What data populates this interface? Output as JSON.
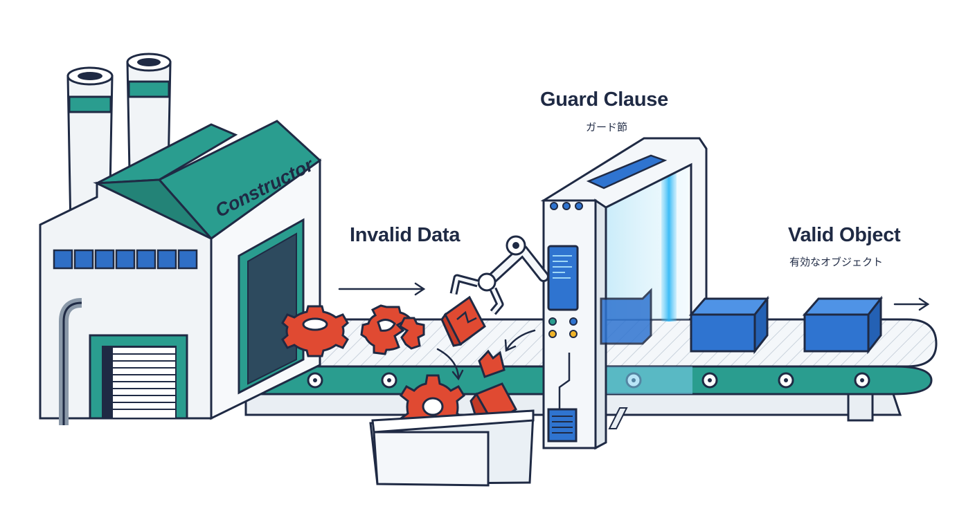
{
  "factory": {
    "label": "Constructor"
  },
  "guard": {
    "title": "Guard Clause",
    "subtitle": "ガード節"
  },
  "input": {
    "label": "Invalid Data"
  },
  "output": {
    "title": "Valid Object",
    "subtitle": "有効なオブジェクト"
  },
  "colors": {
    "outline": "#1f2a44",
    "teal": "#2a9d8f",
    "wall": "#f1f4f7",
    "window_blue": "#2f6fc6",
    "gear_red": "#e04a32",
    "cube_blue": "#2f74d0",
    "scanner_glow": "#7fd0f0"
  },
  "icons": [
    "factory-icon",
    "gear-icon",
    "broken-block-icon",
    "robot-arm-icon",
    "scanner-gate-icon",
    "cube-icon",
    "arrow-right-icon",
    "reject-bin-icon"
  ]
}
